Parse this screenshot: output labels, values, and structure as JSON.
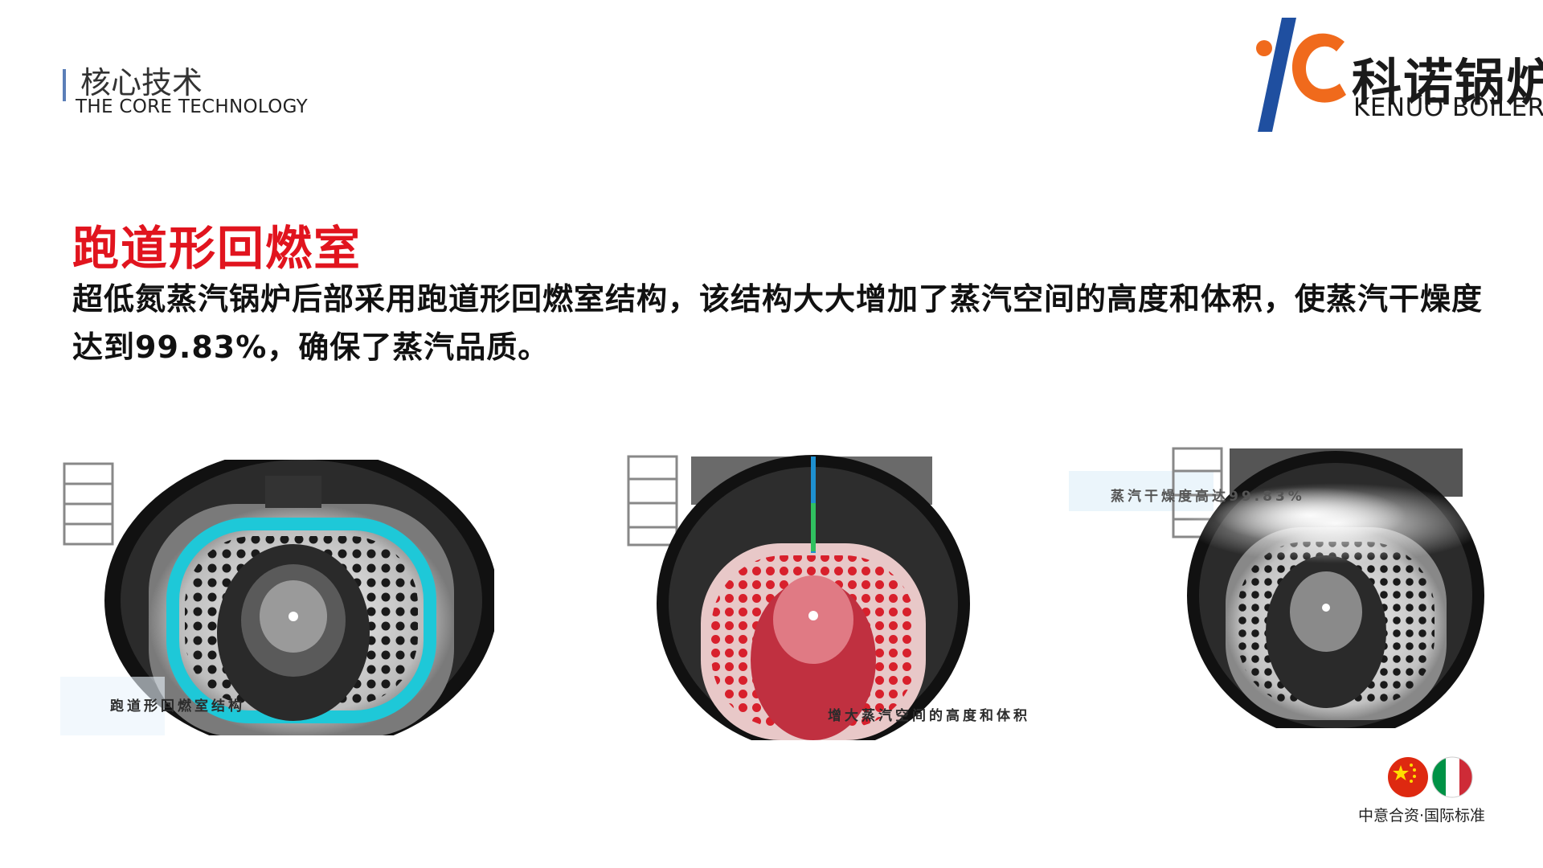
{
  "section": {
    "title_cn": "核心技术",
    "title_en": "THE CORE TECHNOLOGY"
  },
  "logo": {
    "name_cn": "科诺锅炉",
    "name_en": "KENUO BOILER"
  },
  "headline": "跑道形回燃室",
  "description": "超低氮蒸汽锅炉后部采用跑道形回燃室结构，该结构大大增加了蒸汽空间的高度和体积，使蒸汽干燥度达到99.83%，确保了蒸汽品质。",
  "images": [
    {
      "caption": "跑道形回燃室结构",
      "highlight_color": "#1ec8d8"
    },
    {
      "caption": "增大蒸汽空间的高度和体积",
      "highlight_color": "#d8202c"
    },
    {
      "caption": "蒸汽干燥度高达99.83%",
      "highlight_color": "#ffffff"
    }
  ],
  "badge": {
    "text": "中意合资·国际标准"
  },
  "colors": {
    "accent_red": "#e1141e",
    "brand_blue": "#1f4fa0",
    "brand_orange": "#f06a1c"
  }
}
